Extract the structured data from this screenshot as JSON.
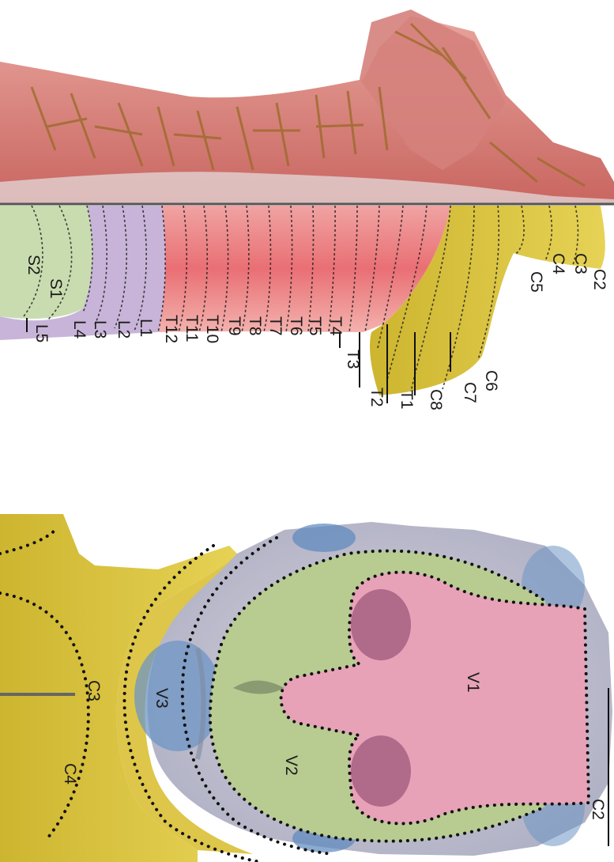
{
  "figure": {
    "face_labels": {
      "v1": "V1",
      "v2": "V2",
      "v3": "V3",
      "c2": "C2",
      "c3": "C3",
      "c4": "C4"
    },
    "body_labels": [
      "C2",
      "C3",
      "C4",
      "C5",
      "C6",
      "C7",
      "C8",
      "T1",
      "T2",
      "T3",
      "T4",
      "T5",
      "T6",
      "T7",
      "T8",
      "T9",
      "T10",
      "T11",
      "T12",
      "L1",
      "L2",
      "L3",
      "L4",
      "L5",
      "S1",
      "S2"
    ],
    "region_colors": {
      "cervical": "#d8c23a",
      "thoracic": "#e87c80",
      "lumbar": "#c8b4d8",
      "sacral": "#c9dcb0",
      "v1": "#e7a2b8",
      "v2": "#b8cc92",
      "v3_blue": "#6e95c4",
      "skin_grey": "#c7c2cc",
      "muscle": "#d9807a"
    }
  }
}
